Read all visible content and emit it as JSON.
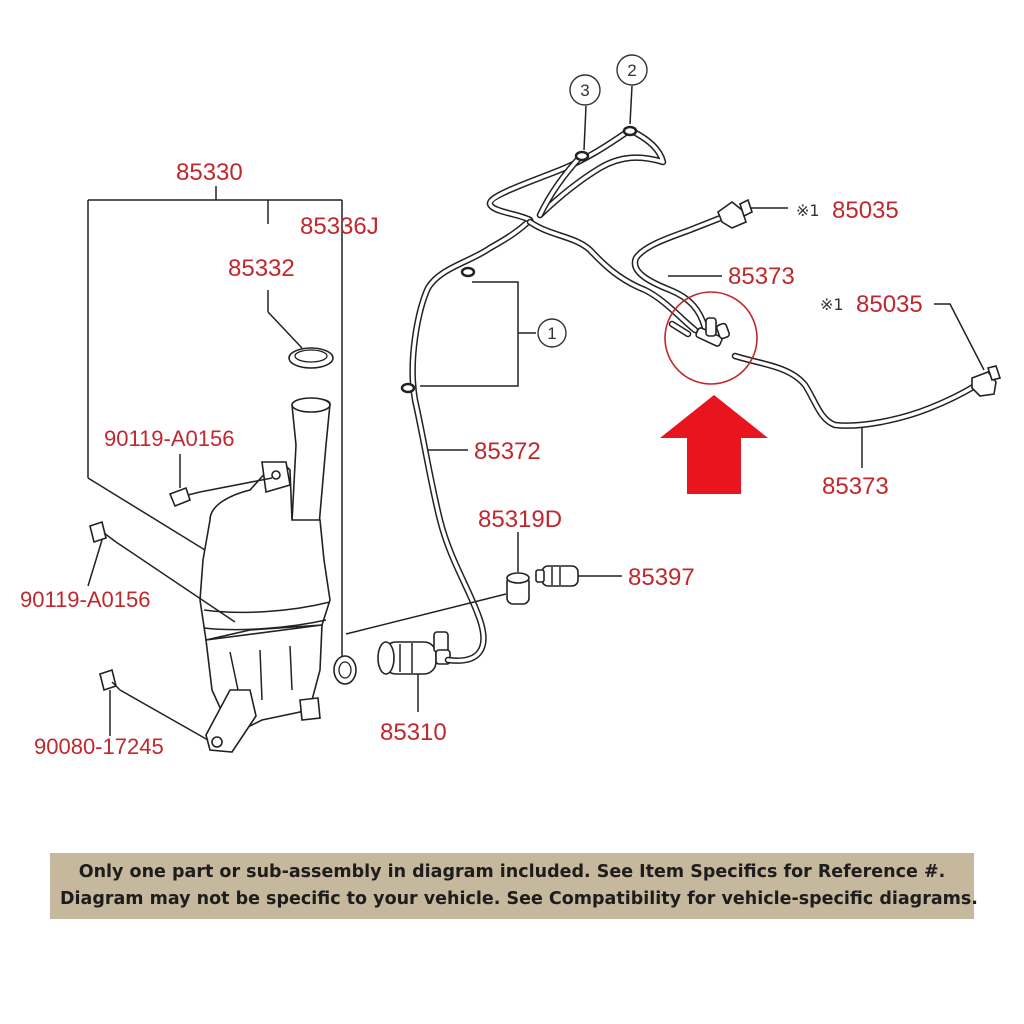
{
  "callouts": {
    "c1": "85330",
    "c2": "85336J",
    "c3": "85332",
    "c4": "90119-A0156",
    "c5": "90119-A0156",
    "c6": "90080-17245",
    "c7": "85372",
    "c8": "85319D",
    "c9": "85397",
    "c10": "85310",
    "c11": "85373",
    "c12": "85373",
    "c13": "85035",
    "c14": "85035"
  },
  "note_symbol": "※1",
  "circled": {
    "n1": "1",
    "n2": "2",
    "n3": "3"
  },
  "colors": {
    "label_red": "#c0282e",
    "arrow_red": "#e8141e",
    "banner_bg": "#c5b89d"
  },
  "banner": {
    "line1": "Only one part or sub-assembly in diagram included. See Item Specifics for Reference #.",
    "line2": "Diagram may not be specific to your vehicle. See Compatibility for vehicle-specific diagrams."
  }
}
